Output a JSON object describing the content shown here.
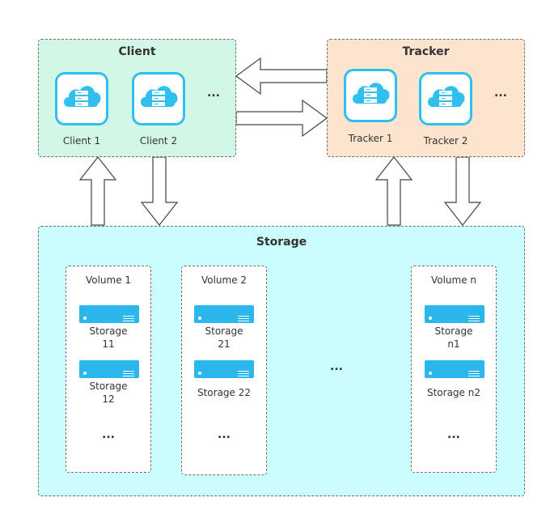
{
  "client": {
    "title": "Client",
    "nodes": [
      "Client 1",
      "Client 2"
    ],
    "more": "..."
  },
  "tracker": {
    "title": "Tracker",
    "nodes": [
      "Tracker 1",
      "Tracker 2"
    ],
    "more": "..."
  },
  "storage": {
    "title": "Storage",
    "more": "...",
    "volumes": [
      {
        "title": "Volume 1",
        "servers": [
          "Storage\n11",
          "Storage\n12"
        ],
        "more": "..."
      },
      {
        "title": "Volume 2",
        "servers": [
          "Storage\n21",
          "Storage 22"
        ],
        "more": "..."
      },
      {
        "title": "Volume n",
        "servers": [
          "Storage\nn1",
          "Storage n2"
        ],
        "more": "..."
      }
    ]
  },
  "colors": {
    "client_bg": "#d3f7e6",
    "tracker_bg": "#fde4ce",
    "storage_bg": "#ccfdfe",
    "accent": "#2fc0ef"
  }
}
